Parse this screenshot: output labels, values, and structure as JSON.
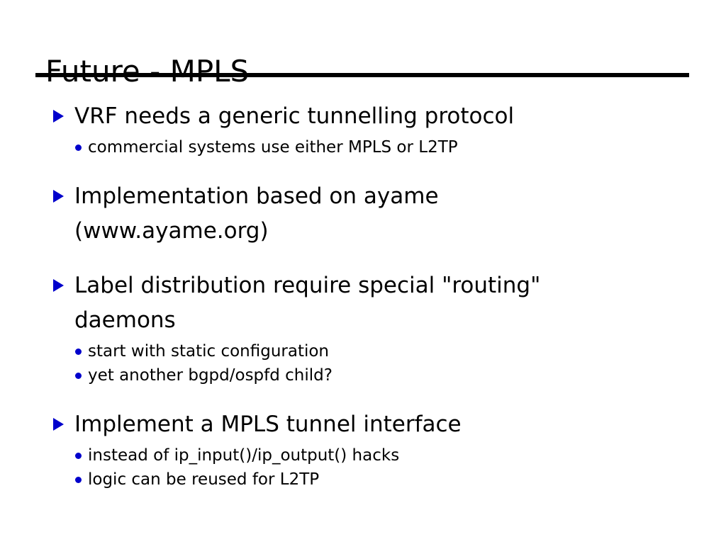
{
  "slide": {
    "title": "Future - MPLS",
    "accent_color": "#0000CC",
    "text_color": "#000000",
    "background_color": "#FFFFFF",
    "rule_color": "#000000",
    "markers": {
      "level1": "blue-triangle-bullet-icon",
      "level2": "blue-dot-bullet-icon"
    },
    "groups": [
      {
        "bullet": {
          "lines": [
            "VRF needs a generic tunnelling protocol"
          ]
        },
        "subitems": [
          "commercial systems use either MPLS or L2TP"
        ]
      },
      {
        "bullet": {
          "lines": [
            "Implementation based on ayame",
            "(www.ayame.org)"
          ]
        },
        "subitems": []
      },
      {
        "bullet": {
          "lines": [
            "Label distribution require special \"routing\"",
            "daemons"
          ]
        },
        "subitems": [
          "start with static configuration",
          "yet another bgpd/ospfd child?"
        ]
      },
      {
        "bullet": {
          "lines": [
            "Implement a MPLS tunnel interface"
          ]
        },
        "subitems": [
          "instead of ip_input()/ip_output() hacks",
          "logic can be reused for L2TP"
        ]
      }
    ]
  }
}
